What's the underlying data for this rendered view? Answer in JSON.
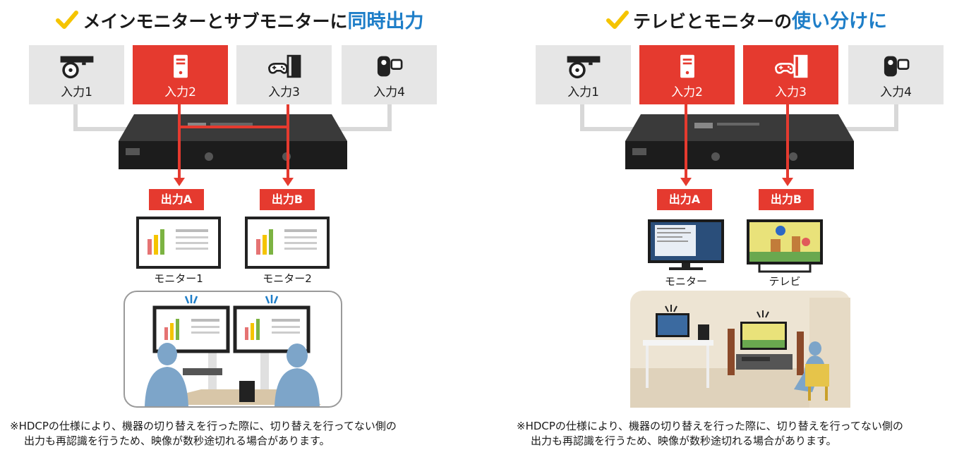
{
  "left": {
    "title_main": "メインモニターとサブモニターに",
    "title_highlight": "同時出力",
    "inputs": [
      {
        "label": "入力1",
        "icon": "dvd-player-icon",
        "active": false
      },
      {
        "label": "入力2",
        "icon": "pc-tower-icon",
        "active": true
      },
      {
        "label": "入力3",
        "icon": "game-console-icon",
        "active": false
      },
      {
        "label": "入力4",
        "icon": "video-camera-icon",
        "active": false
      }
    ],
    "outputs": [
      "出力A",
      "出力B"
    ],
    "monitors": [
      "モニター1",
      "モニター2"
    ],
    "note_line1": "※HDCPの仕様により、機器の切り替えを行った際に、切り替えを行ってない側の",
    "note_line2": "出力も再認識を行うため、映像が数秒途切れる場合があります。"
  },
  "right": {
    "title_main": "テレビとモニターの",
    "title_highlight": "使い分けに",
    "inputs": [
      {
        "label": "入力1",
        "icon": "dvd-player-icon",
        "active": false
      },
      {
        "label": "入力2",
        "icon": "pc-tower-icon",
        "active": true
      },
      {
        "label": "入力3",
        "icon": "game-console-icon",
        "active": true
      },
      {
        "label": "入力4",
        "icon": "video-camera-icon",
        "active": false
      }
    ],
    "outputs": [
      "出力A",
      "出力B"
    ],
    "monitors": [
      "モニター",
      "テレビ"
    ],
    "note_line1": "※HDCPの仕様により、機器の切り替えを行った際に、切り替えを行ってない側の",
    "note_line2": "出力も再認識を行うため、映像が数秒途切れる場合があります。"
  },
  "colors": {
    "accent_red": "#e53a2f",
    "highlight_blue": "#1e7ec8",
    "check_yellow": "#f5c400",
    "inactive_gray": "#e6e6e6"
  }
}
